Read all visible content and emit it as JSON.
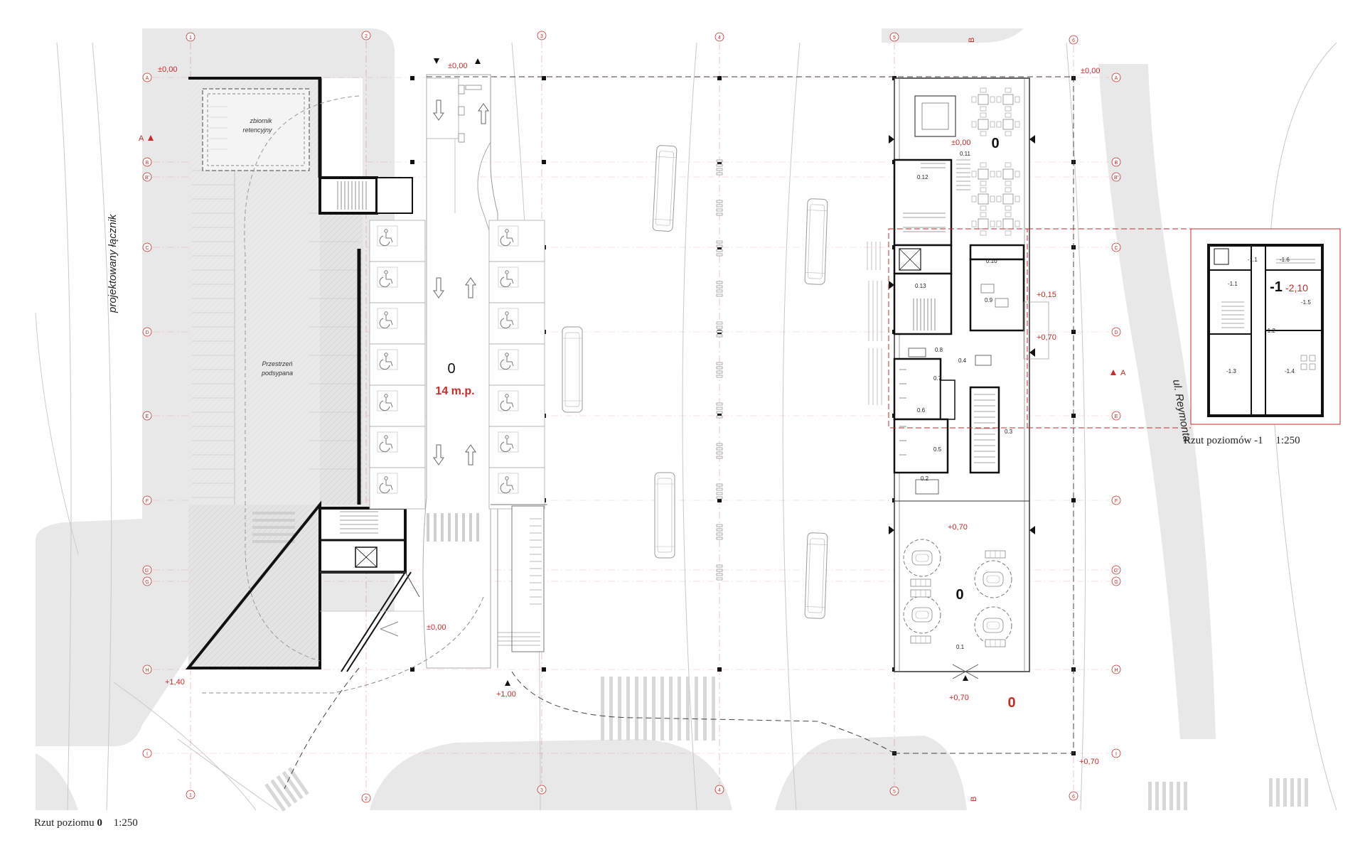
{
  "captions": {
    "main_prefix": "Rzut poziomu",
    "main_level": "0",
    "main_scale": "1:250",
    "inset_title": "Rzut poziomów -1",
    "inset_scale": "1:250"
  },
  "grid": {
    "numbers": [
      "1",
      "2",
      "3",
      "4",
      "5",
      "6"
    ],
    "letters": [
      "A",
      "B",
      "B'",
      "C",
      "D",
      "E",
      "F",
      "G'",
      "G",
      "H",
      "I"
    ]
  },
  "labels": {
    "connector": "projektowany łącznik",
    "street": "ul. Reymonta",
    "retention_tank": [
      "zbiornik",
      "retencyjny"
    ],
    "backfill_space": [
      "Przestrzeń",
      "podsypana"
    ],
    "parking_level": "0",
    "parking_spaces": "14 m.p.",
    "hall_level_top": "0",
    "hall_level_bottom": "0",
    "outdoor_level": "0",
    "inset_level": "-1",
    "section_a": "A",
    "section_b": "B"
  },
  "elevations": {
    "top_left": "±0,00",
    "top_center": "±0,00",
    "top_right": "±0,00",
    "hall_top": "±0,00",
    "ramp": "±0,00",
    "bottom_left": "+1,40",
    "bottom_center": "+1,00",
    "hall_015": "+0,15",
    "hall_070": "+0,70",
    "pavilion": "+0,70",
    "entry": "+0,70",
    "bottom_right": "+0,70",
    "inset": "-2,10"
  },
  "rooms": {
    "r011": "0.11",
    "r012": "0.12",
    "r010": "0.10",
    "r013": "0.13",
    "r09": "0.9",
    "r08": "0.8",
    "r04": "0.4",
    "r07": "0.7",
    "r06": "0.6",
    "r05": "0.5",
    "r03": "0.3",
    "r02": "0.2",
    "r01": "0.1",
    "m11a": "-1.1",
    "m16": "-1.6",
    "m11b": "-1.1",
    "m15": "-1.5",
    "m12": "-1.2",
    "m13": "-1.3",
    "m14": "-1.4"
  }
}
